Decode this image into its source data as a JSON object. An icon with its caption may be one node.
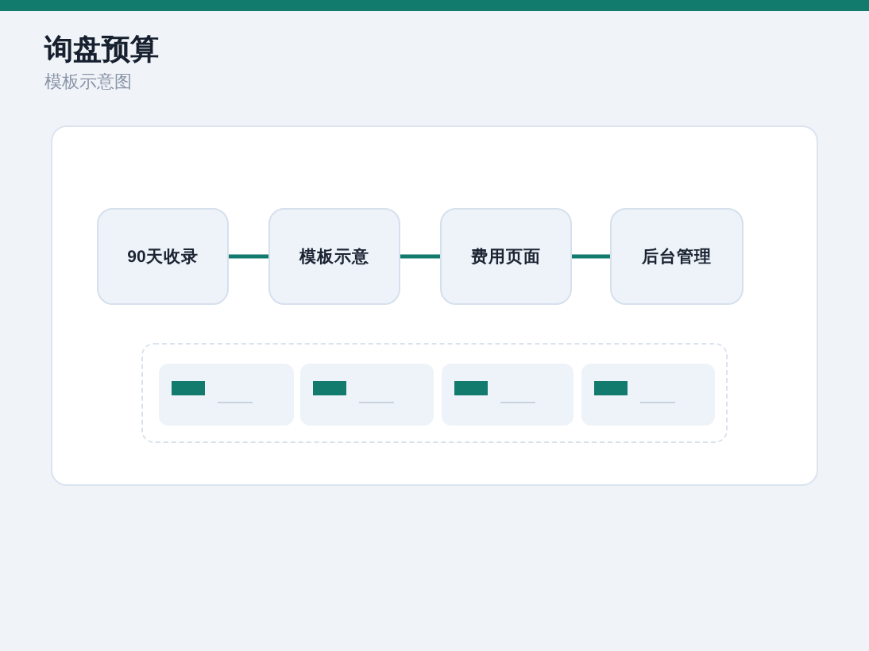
{
  "diagram": {
    "title": "询盘预算",
    "nodes": [
      {
        "text": [],
        "shape": "box"
      },
      {
        "text": [
          "90天收录"
        ],
        "in": 0
      },
      {
        "text": [
          "模板示意"
        ],
        "in": 0
      },
      {
        "text": [
          "费用页面"
        ],
        "in": 0
      },
      {
        "text": [
          "后台管理"
        ],
        "in": 0
      },
      {
        "text": [],
        "shape": "box",
        "in": 0
      },
      {
        "text": [],
        "shape": "box",
        "in": 5
      },
      {
        "text": [],
        "shape": "box",
        "in": 5
      },
      {
        "text": [],
        "shape": "box",
        "in": 5
      },
      {
        "text": [],
        "shape": "box",
        "in": 5
      }
    ],
    "edges": [
      {
        "from": 1,
        "to": 2,
        "arrow": "none"
      },
      {
        "from": 2,
        "to": 3,
        "arrow": "none"
      },
      {
        "from": 3,
        "to": 4,
        "arrow": "none"
      }
    ],
    "labels": [
      "模板示意图"
    ]
  }
}
